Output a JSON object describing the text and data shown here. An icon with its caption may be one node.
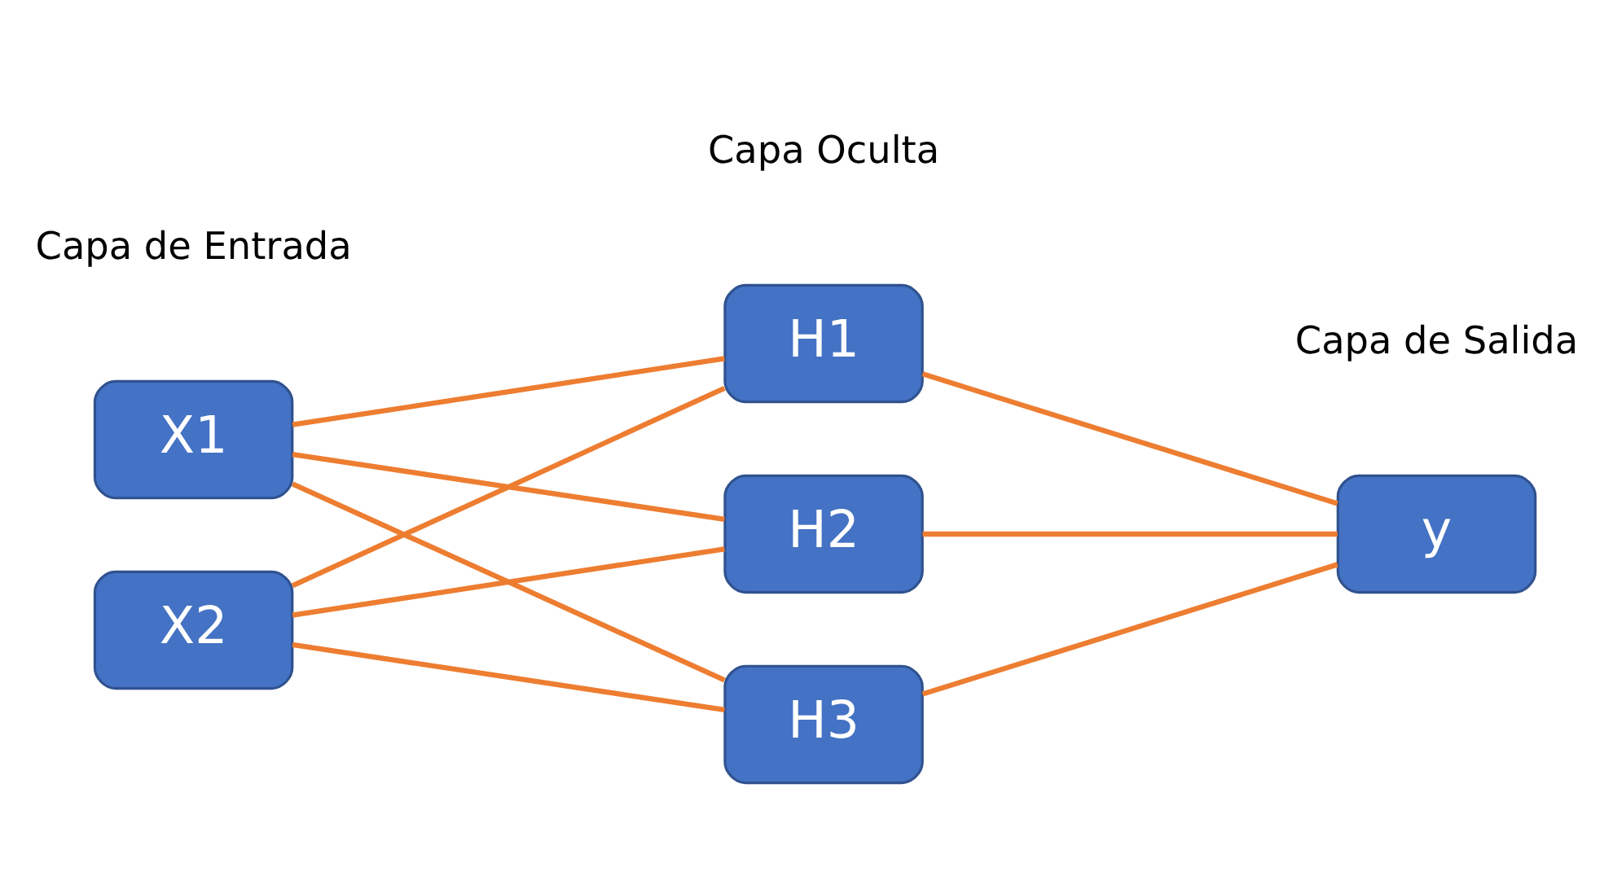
{
  "diagram": {
    "nodes": [
      {
        "text": [
          "X1"
        ]
      },
      {
        "text": [
          "X2"
        ]
      },
      {
        "text": [
          "H1"
        ]
      },
      {
        "text": [
          "H2"
        ]
      },
      {
        "text": [
          "H3"
        ]
      },
      {
        "text": [
          "y"
        ]
      }
    ],
    "edges": [
      {
        "from": 0,
        "to": 2,
        "arrow": "none"
      },
      {
        "from": 0,
        "to": 3,
        "arrow": "none"
      },
      {
        "from": 0,
        "to": 4,
        "arrow": "none"
      },
      {
        "from": 1,
        "to": 2,
        "arrow": "none"
      },
      {
        "from": 1,
        "to": 3,
        "arrow": "none"
      },
      {
        "from": 1,
        "to": 4,
        "arrow": "none"
      },
      {
        "from": 2,
        "to": 5,
        "arrow": "none"
      },
      {
        "from": 3,
        "to": 5,
        "arrow": "none"
      },
      {
        "from": 4,
        "to": 5,
        "arrow": "none"
      }
    ],
    "labels": [
      "Capa de Entrada",
      "Capa Oculta",
      "Capa de Salida"
    ]
  }
}
